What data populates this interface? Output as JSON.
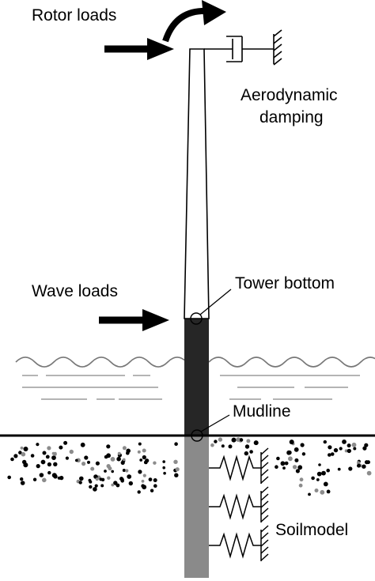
{
  "labels": {
    "rotor_loads": "Rotor loads",
    "aero_line1": "Aerodynamic",
    "aero_line2": "damping",
    "wave_loads": "Wave loads",
    "tower_bottom": "Tower bottom",
    "mudline": "Mudline",
    "soilmodel": "Soilmodel"
  },
  "colors": {
    "tower": "#ffffff",
    "monopile_water": "#262626",
    "monopile_soil": "#8a8a8a",
    "wave_line": "#777777",
    "ink": "#000000"
  }
}
